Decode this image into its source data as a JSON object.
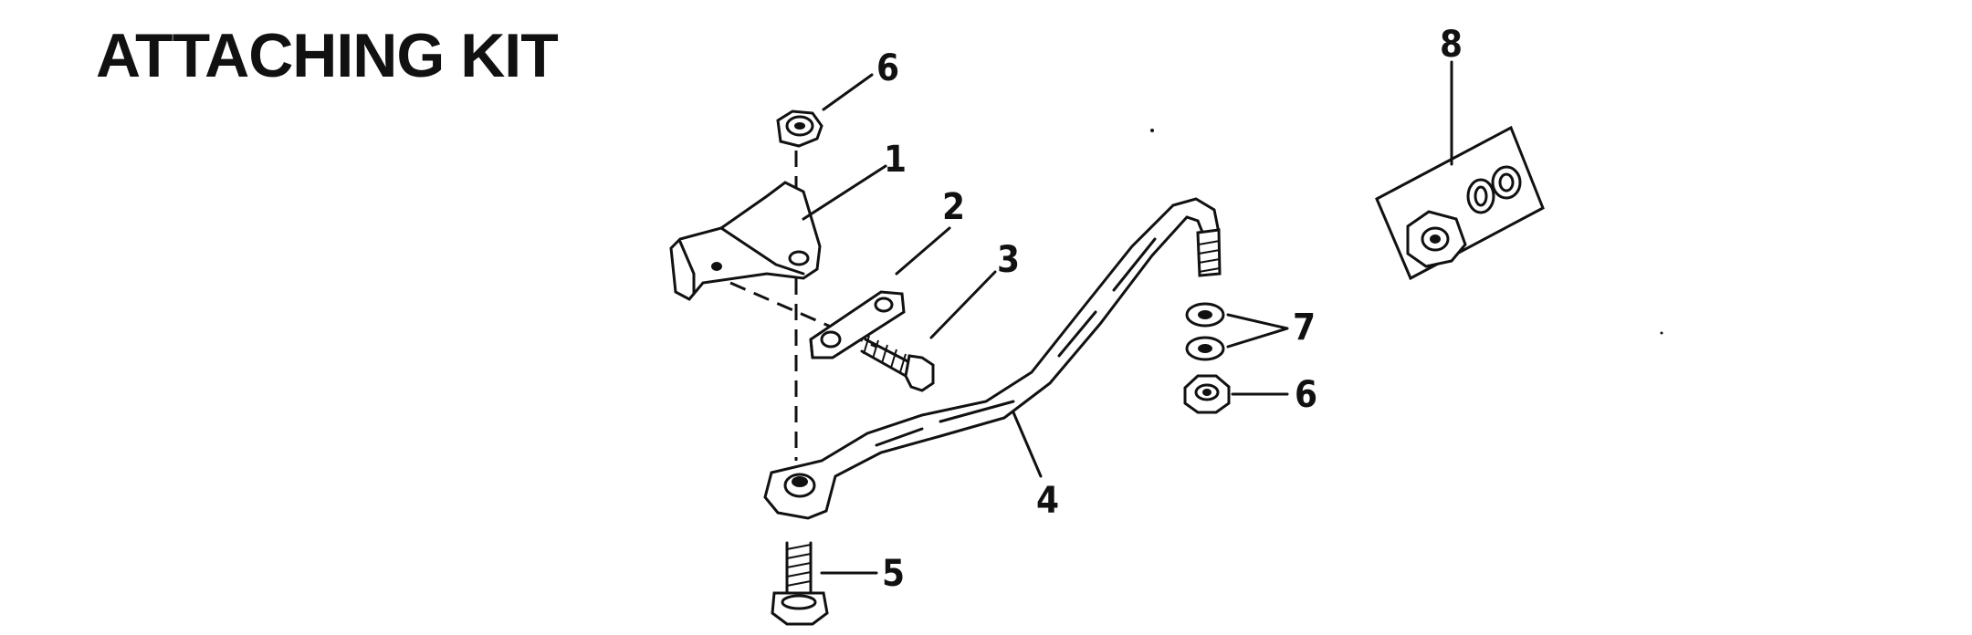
{
  "title": "ATTACHING KIT",
  "callouts": {
    "c1": "1",
    "c2": "2",
    "c3": "3",
    "c4": "4",
    "c5": "5",
    "c6_top": "6",
    "c6_right": "6",
    "c7": "7",
    "c8": "8"
  }
}
